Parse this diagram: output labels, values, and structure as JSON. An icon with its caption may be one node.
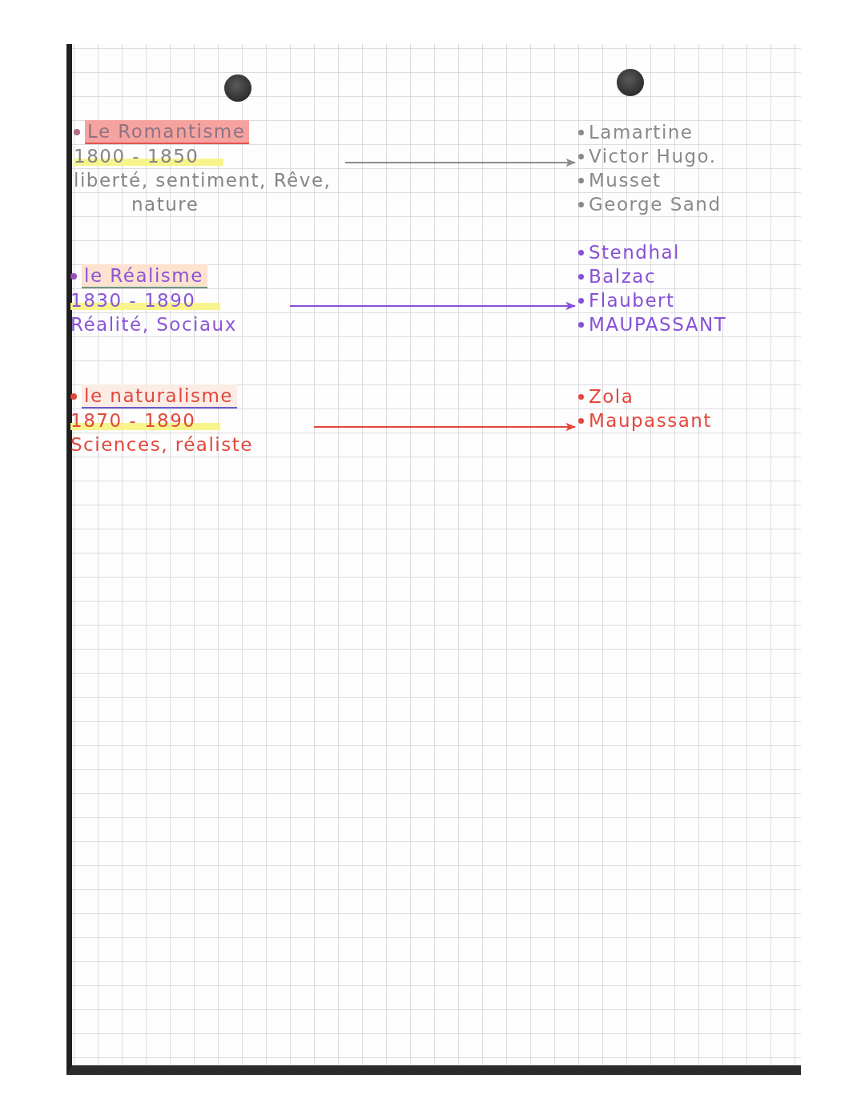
{
  "diagram": {
    "nodes": [
      {
        "text": [
          "Le Romantisme",
          "1800 - 1850",
          "liberté, sentiment, Rêve, nature"
        ]
      },
      {
        "text": [
          "Lamartine",
          "Victor Hugo.",
          "Musset",
          "George Sand"
        ]
      },
      {
        "text": [
          "le Réalisme",
          "1830 - 1890",
          "Réalité, Sociaux"
        ]
      },
      {
        "text": [
          "Stendhal",
          "Balzac",
          "Flaubert",
          "MAUPASSANT"
        ]
      },
      {
        "text": [
          "le naturalisme",
          "1870 - 1890",
          "Sciences, réaliste"
        ]
      },
      {
        "text": [
          "Zola",
          "Maupassant"
        ]
      }
    ],
    "edges": [
      {
        "from": 0,
        "to": 1,
        "arrow": "to",
        "color": "#8c8c8c"
      },
      {
        "from": 2,
        "to": 3,
        "arrow": "to",
        "color": "#8750d8"
      },
      {
        "from": 4,
        "to": 5,
        "arrow": "to",
        "color": "#e2473b"
      }
    ]
  }
}
